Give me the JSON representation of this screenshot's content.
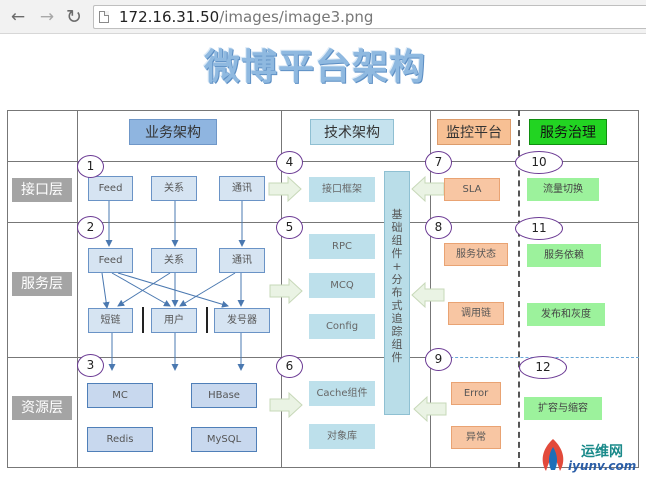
{
  "browser": {
    "back_icon": "arrow-left-icon",
    "forward_icon": "arrow-right-icon",
    "reload_icon": "reload-icon",
    "url_host": "172.16.31.50",
    "url_path": "/images/image3.png"
  },
  "diagram": {
    "title": "微博平台架构",
    "headers": {
      "business": "业务架构",
      "tech": "技术架构",
      "monitor": "监控平台",
      "governance": "服务治理"
    },
    "layers": {
      "interface": "接口层",
      "service": "服务层",
      "resource": "资源层"
    },
    "numbers": [
      "1",
      "2",
      "3",
      "4",
      "5",
      "6",
      "7",
      "8",
      "9",
      "10",
      "11",
      "12"
    ],
    "business": {
      "row1": [
        "Feed",
        "关系",
        "通讯"
      ],
      "row2": [
        "Feed",
        "关系",
        "通讯"
      ],
      "row3": [
        "短链",
        "用户",
        "发号器"
      ],
      "res1": [
        "MC",
        "HBase"
      ],
      "res2": [
        "Redis",
        "MySQL"
      ]
    },
    "tech": {
      "api_framework": "接口框架",
      "rpc": "RPC",
      "mcq": "MCQ",
      "config": "Config",
      "cache": "Cache组件",
      "object_store": "对象库",
      "vertical": [
        "基",
        "础",
        "组",
        "件",
        "+",
        "分",
        "布",
        "式",
        "追",
        "踪",
        "组",
        "件"
      ]
    },
    "monitor": {
      "sla": "SLA",
      "service_status": "服务状态",
      "call_chain": "调用链",
      "error": "Error",
      "exception": "异常"
    },
    "governance": {
      "traffic_switch": "流量切换",
      "service_dependency": "服务依赖",
      "release_grayscale": "发布和灰度",
      "scaling": "扩容与缩容"
    },
    "watermark": {
      "name": "运维网",
      "domain": "iyunv.com"
    }
  },
  "colors": {
    "business_header": "#8fb5e0",
    "tech_header": "#c5e2ee",
    "monitor_header": "#f7c094",
    "governance_header": "#22d422"
  }
}
